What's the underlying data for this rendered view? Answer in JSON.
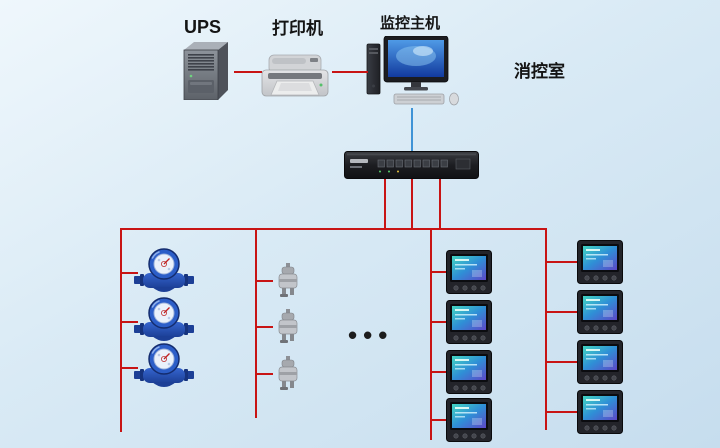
{
  "labels": {
    "ups": "UPS",
    "printer": "打印机",
    "host": "监控主机",
    "control_room": "消控室"
  },
  "ellipsis": {
    "text": "•••"
  },
  "devices": {
    "ups_count": 1,
    "printer_count": 1,
    "monitor_host_count": 1,
    "data_collector_count": 1,
    "water_meter_count": 3,
    "sensor_count": 3,
    "power_meter_inner_column_count": 4,
    "power_meter_outer_column_count": 4
  },
  "colors": {
    "connection_line": "#c81414",
    "uplink_line": "#3f93d6",
    "background_top": "#eff7fc",
    "background_bottom": "#c6ddee"
  }
}
